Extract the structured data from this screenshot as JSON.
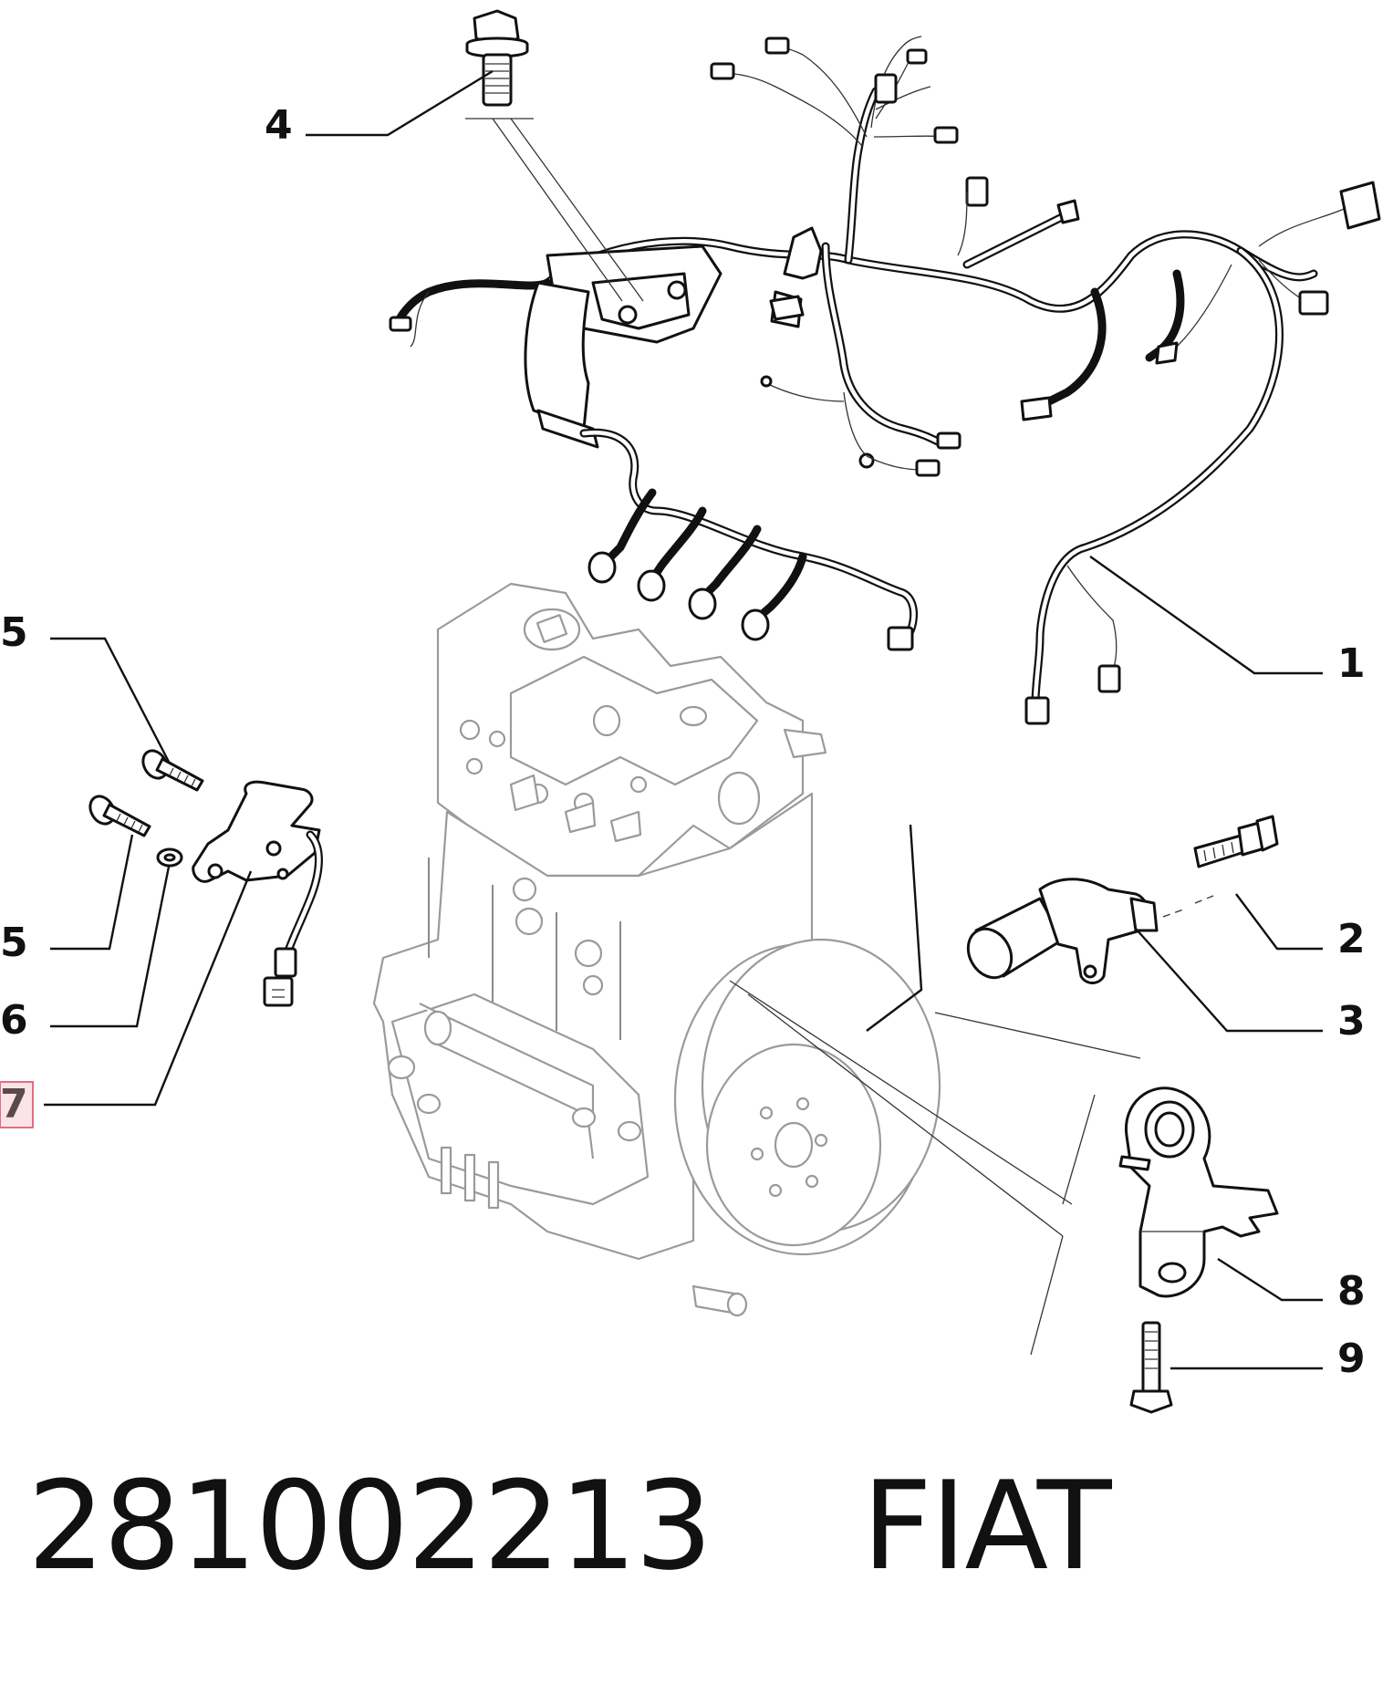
{
  "callouts": {
    "c1": "1",
    "c2": "2",
    "c3": "3",
    "c4": "4",
    "c5a": "5",
    "c5b": "5",
    "c6": "6",
    "c7": "7",
    "c8": "8",
    "c9": "9"
  },
  "highlighted_callout": "7",
  "footer": {
    "part_number": "281002213",
    "brand": "FIAT"
  },
  "colors": {
    "ink": "#111111",
    "engine_line": "#9a9a9a",
    "highlight_fill": "#fbe4e8",
    "highlight_border": "#e0707f"
  }
}
